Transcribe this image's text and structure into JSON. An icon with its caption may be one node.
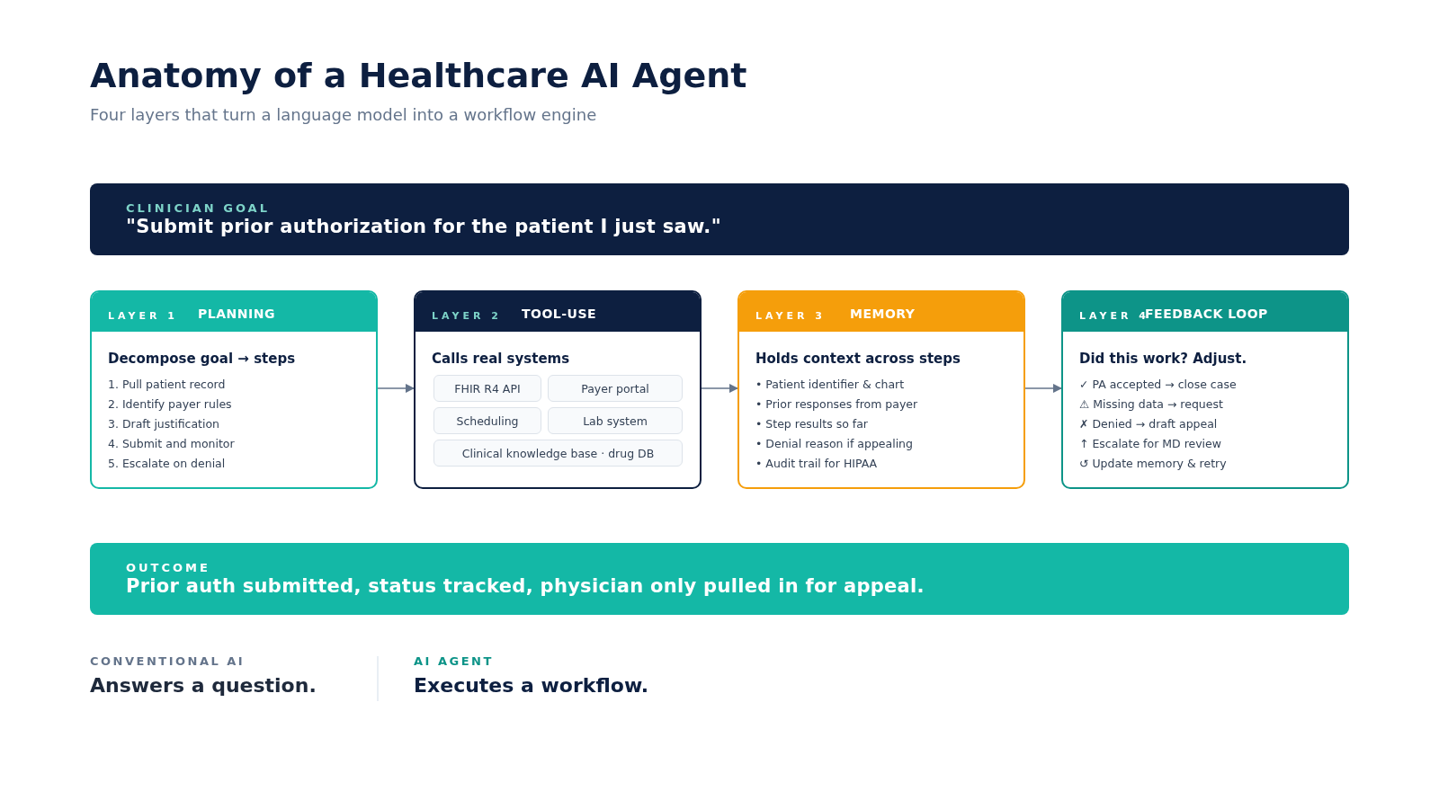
{
  "diagram": {
    "title": "Anatomy of a Healthcare AI Agent",
    "nodes": [
      {
        "text": [
          "CLINICIAN GOAL",
          "\"Submit prior authorization for the patient I just saw.\""
        ]
      },
      {
        "text": [
          "LAYER 1",
          "PLANNING",
          "Decompose goal → steps",
          "1. Pull patient record",
          "2. Identify payer rules",
          "3. Draft justification",
          "4. Submit and monitor",
          "5. Escalate on denial"
        ]
      },
      {
        "text": [
          "LAYER 2",
          "TOOL-USE",
          "Calls real systems"
        ]
      },
      {
        "text": [
          "FHIR R4 API"
        ],
        "in": 2
      },
      {
        "text": [
          "Payer portal"
        ],
        "in": 2
      },
      {
        "text": [
          "Scheduling"
        ],
        "in": 2
      },
      {
        "text": [
          "Lab system"
        ],
        "in": 2
      },
      {
        "text": [
          "Clinical knowledge base · drug DB"
        ],
        "in": 2
      },
      {
        "text": [
          "LAYER 3",
          "MEMORY",
          "Holds context across steps",
          "• Patient identifier & chart",
          "• Prior responses from payer",
          "• Step results so far",
          "• Denial reason if appealing",
          "• Audit trail for HIPAA"
        ]
      },
      {
        "text": [
          "LAYER 4",
          "FEEDBACK LOOP",
          "Did this work? Adjust.",
          "✓ PA accepted → close case",
          "⚠ Missing data → request",
          "✗ Denied → draft appeal",
          "↑ Escalate for MD review",
          "↺ Update memory & retry"
        ]
      },
      {
        "text": [
          "OUTCOME",
          "Prior auth submitted, status tracked, physician only pulled in for appeal."
        ]
      }
    ],
    "edges": [
      {
        "from": 1,
        "to": 2,
        "arrow": "to"
      },
      {
        "from": 2,
        "to": 8,
        "arrow": "to"
      },
      {
        "from": 8,
        "to": 9,
        "arrow": "to"
      }
    ],
    "labels": [
      "Four layers that turn a language model into a workflow engine",
      "CONVENTIONAL AI",
      "Answers a question.",
      "AI AGENT",
      "Executes a workflow."
    ]
  }
}
